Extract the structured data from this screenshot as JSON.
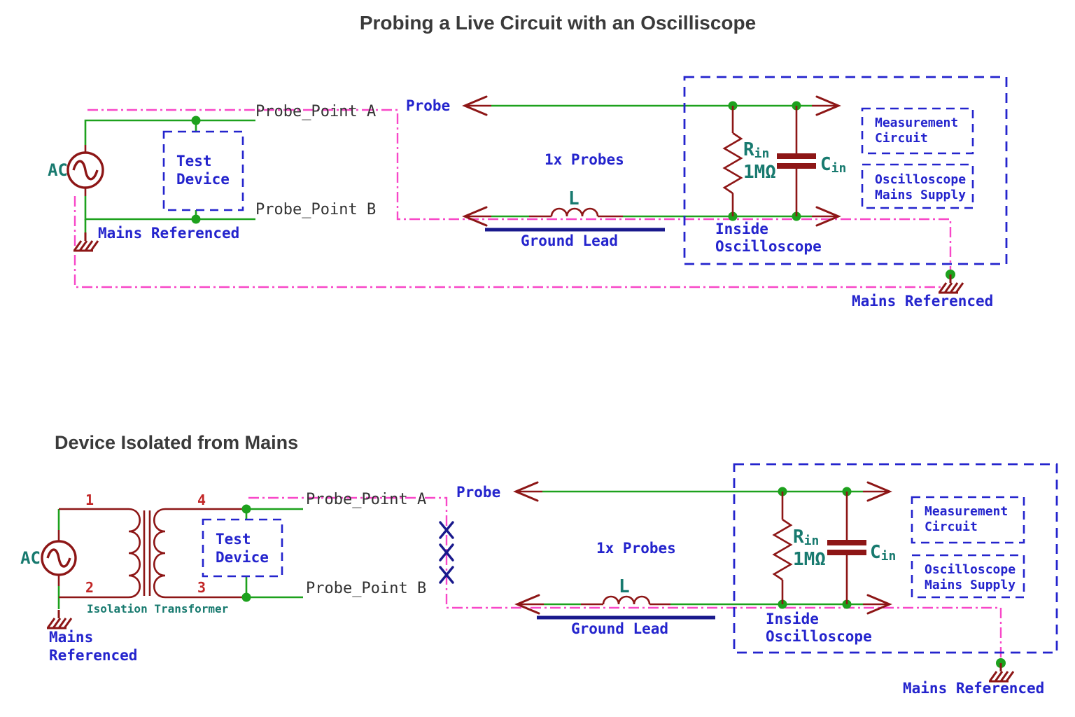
{
  "colors": {
    "wire_green": "#1da11d",
    "component_red": "#8d1616",
    "label_teal": "#187a6f",
    "label_blue": "#2424cd",
    "navy": "#19198c",
    "pink": "#f847c8",
    "pin_red": "#c22626",
    "title_gray": "#3a3a3a",
    "label_gray": "#333333"
  },
  "top": {
    "title": "Probing a Live Circuit with an Oscilliscope",
    "ac_label": "AC",
    "test_device": [
      "Test",
      "Device"
    ],
    "probe_point_a": "Probe_Point A",
    "probe_point_b": "Probe_Point B",
    "mains_referenced_left": "Mains Referenced",
    "probe_label": "Probe",
    "probes_label": "1x Probes",
    "inductor_label": "L",
    "ground_lead_label": "Ground Lead",
    "resistor_name": "R",
    "resistor_sub": "in",
    "resistor_value": "1MΩ",
    "capacitor_name": "C",
    "capacitor_sub": "in",
    "measurement_circuit": [
      "Measurement",
      "Circuit"
    ],
    "mains_supply": [
      "Oscilloscope",
      "Mains Supply"
    ],
    "inside_oscilloscope": [
      "Inside",
      "Oscilloscope"
    ],
    "mains_referenced_right": "Mains Referenced"
  },
  "bottom": {
    "title": "Device Isolated from Mains",
    "ac_label": "AC",
    "pin_1": "1",
    "pin_2": "2",
    "pin_3": "3",
    "pin_4": "4",
    "transformer_label": "Isolation Transformer",
    "test_device": [
      "Test",
      "Device"
    ],
    "probe_point_a": "Probe_Point A",
    "probe_point_b": "Probe_Point B",
    "mains_referenced_left": [
      "Mains",
      "Referenced"
    ],
    "probe_label": "Probe",
    "probes_label": "1x Probes",
    "inductor_label": "L",
    "ground_lead_label": "Ground Lead",
    "resistor_name": "R",
    "resistor_sub": "in",
    "resistor_value": "1MΩ",
    "capacitor_name": "C",
    "capacitor_sub": "in",
    "measurement_circuit": [
      "Measurement",
      "Circuit"
    ],
    "mains_supply": [
      "Oscilloscope",
      "Mains Supply"
    ],
    "inside_oscilloscope": [
      "Inside",
      "Oscilloscope"
    ],
    "mains_referenced_right": "Mains Referenced"
  }
}
